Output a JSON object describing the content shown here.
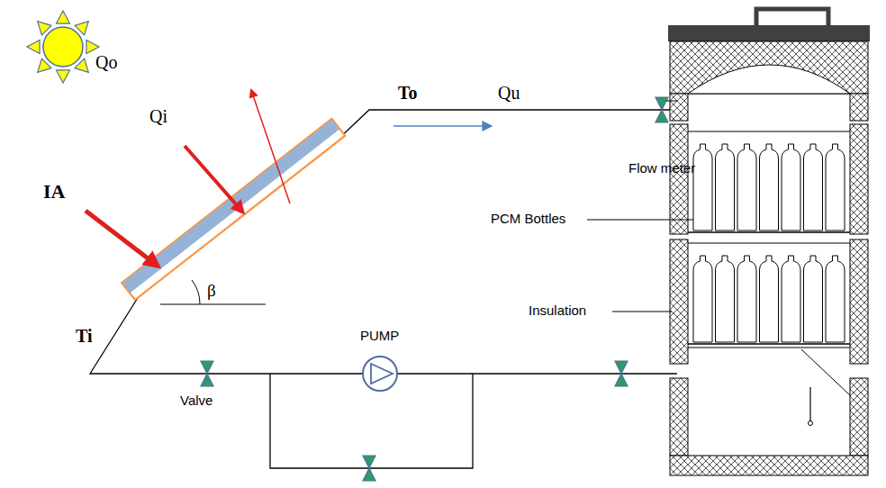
{
  "diagram": {
    "labels": [
      "Qo",
      "Qi",
      "To",
      "Qu",
      "IA",
      "Flow meter",
      "PCM Bottles",
      "β",
      "Insulation",
      "PUMP",
      "Ti",
      "Valve"
    ]
  }
}
